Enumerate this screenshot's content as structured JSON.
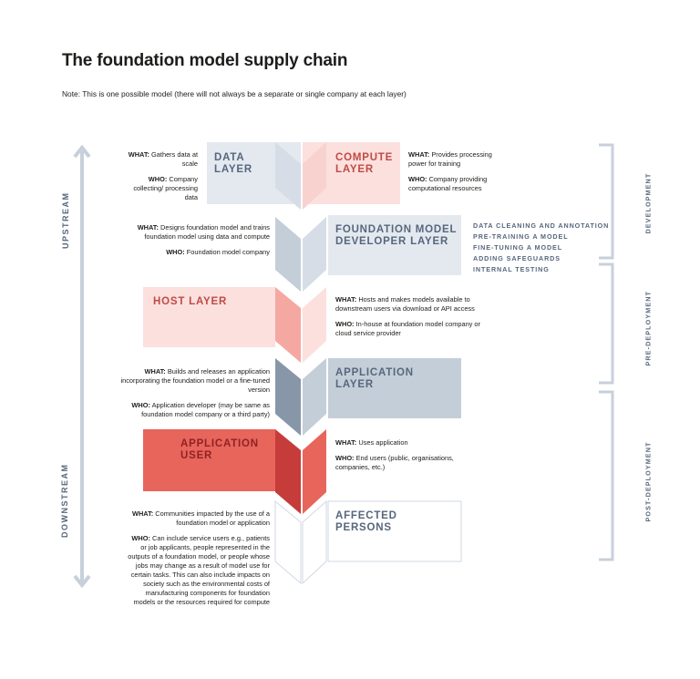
{
  "title": "The foundation model supply chain",
  "note": "Note: This is one possible model (there will not always be a separate or single company at each layer)",
  "axis": {
    "upstream": "UPSTREAM",
    "downstream": "DOWNSTREAM"
  },
  "phases": {
    "development": "DEVELOPMENT",
    "pre_deployment": "PRE-DEPLOYMENT",
    "post_deployment": "POST-DEPLOYMENT"
  },
  "layers": {
    "data": "DATA\nLAYER",
    "compute": "COMPUTE\nLAYER",
    "fm_dev": "FOUNDATION MODEL\nDEVELOPER LAYER",
    "host": "HOST LAYER",
    "application": "APPLICATION\nLAYER",
    "app_user": "APPLICATION\nUSER",
    "affected": "AFFECTED\nPERSONS"
  },
  "stages": [
    "DATA CLEANING AND ANNOTATION",
    "PRE-TRAINING A MODEL",
    "FINE-TUNING A MODEL",
    "ADDING SAFEGUARDS",
    "INTERNAL TESTING"
  ],
  "labels": {
    "what": "WHAT:",
    "who": "WHO:"
  },
  "annotations": {
    "data_what": "Gathers data at scale",
    "data_who": "Company collecting/ processing data",
    "compute_what": "Provides processing power for training",
    "compute_who": "Company providing computational resources",
    "fm_what": "Designs foundation model and trains foundation model using data and compute",
    "fm_who": "Foundation model company",
    "host_what": "Hosts and makes models available to downstream users via download or API access",
    "host_who": "In-house at foundation model company or cloud service provider",
    "app_what": "Builds and releases an application incorporating the foundation model or a fine-tuned version",
    "app_who": "Application developer (may be same as foundation model company or a third party)",
    "user_what": "Uses application",
    "user_who": "End users (public, organisations, companies, etc.)",
    "aff_what": "Communities impacted by the use of a foundation model or application",
    "aff_who": "Can include service users e.g., patients or job applicants, people represented in the outputs of a foundation model, or people whose jobs may change as a result of model use for certain tasks. This can also include impacts on society such as the environmental costs of manufacturing components for foundation models or the resources required for compute"
  },
  "colors": {
    "blue_light": "#e4e9f0",
    "blue_mid": "#c4ced9",
    "blue_dark": "#8797a8",
    "red_light": "#fbe0de",
    "red_mid": "#f5a8a2",
    "red_strong": "#e8655b",
    "red_dark": "#c63c3b",
    "axis": "#c7d0da"
  }
}
